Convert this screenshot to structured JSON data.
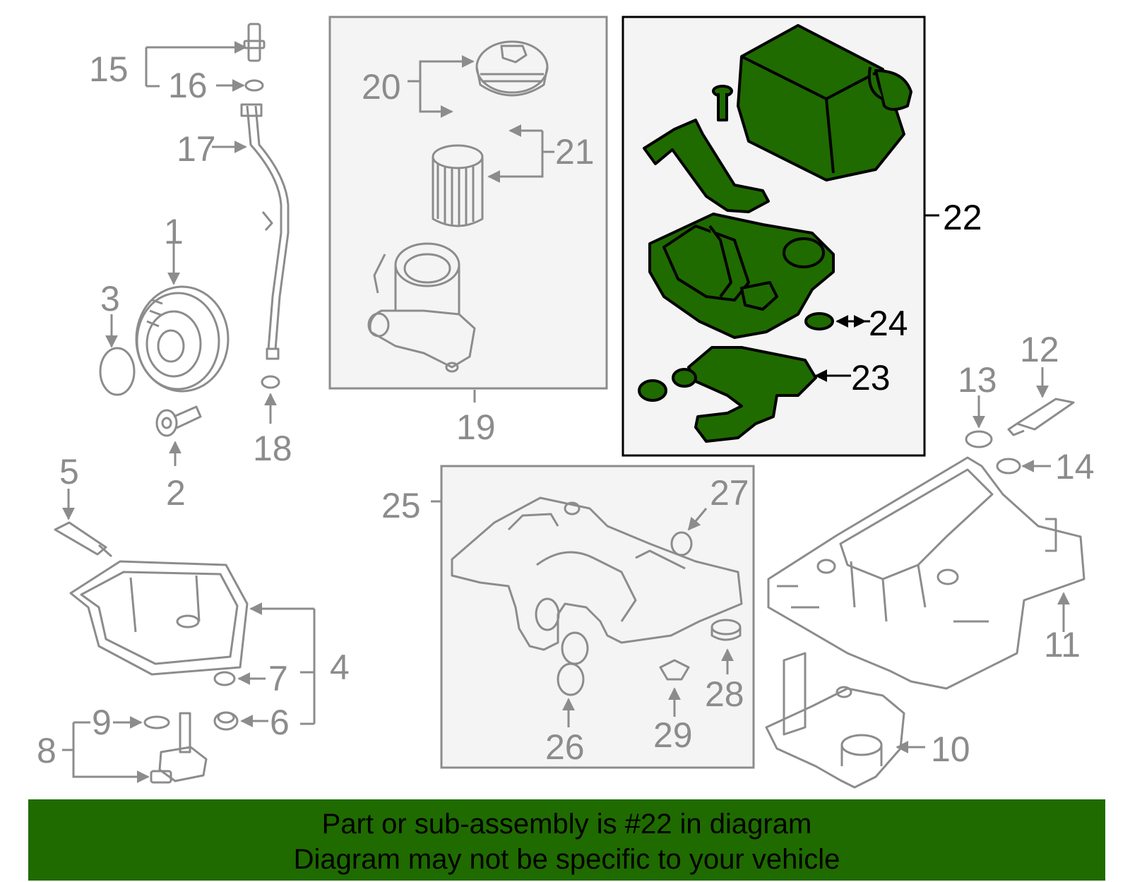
{
  "labels": {
    "l1": "1",
    "l2": "2",
    "l3": "3",
    "l4": "4",
    "l5": "5",
    "l6": "6",
    "l7": "7",
    "l8": "8",
    "l9": "9",
    "l10": "10",
    "l11": "11",
    "l12": "12",
    "l13": "13",
    "l14": "14",
    "l15": "15",
    "l16": "16",
    "l17": "17",
    "l18": "18",
    "l19": "19",
    "l20": "20",
    "l21": "21",
    "l22": "22",
    "l23": "23",
    "l24": "24",
    "l25": "25",
    "l26": "26",
    "l27": "27",
    "l28": "28",
    "l29": "29"
  },
  "banner": {
    "line1": "Part or sub-assembly is #22 in diagram",
    "line2": "Diagram may not be specific to your vehicle"
  },
  "colors": {
    "highlight": "#1f6b00",
    "outline": "#8c8c8c",
    "box_fill": "#f4f4f4"
  }
}
